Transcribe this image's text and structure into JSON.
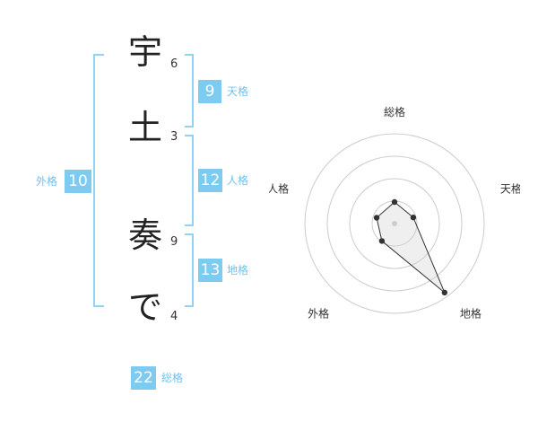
{
  "name": {
    "characters": [
      "宇",
      "土",
      "奏",
      "で"
    ],
    "strokes": [
      "6",
      "3",
      "9",
      "4"
    ]
  },
  "kaku": {
    "gaikaku": {
      "label": "外格",
      "value": "10"
    },
    "tenkaku": {
      "label": "天格",
      "value": "9"
    },
    "jinkaku": {
      "label": "人格",
      "value": "12"
    },
    "chikaku": {
      "label": "地格",
      "value": "13"
    },
    "soukaku": {
      "label": "総格",
      "value": "22"
    }
  },
  "colors": {
    "accent": "#7ecbf2",
    "bracket": "#8fd3f5",
    "label": "#6fc2ee"
  },
  "chart_data": {
    "type": "radar",
    "axes": [
      "総格",
      "天格",
      "地格",
      "外格",
      "人格"
    ],
    "values": [
      0.24,
      0.22,
      0.95,
      0.24,
      0.21
    ],
    "rings": 4,
    "range": [
      0,
      1
    ]
  }
}
